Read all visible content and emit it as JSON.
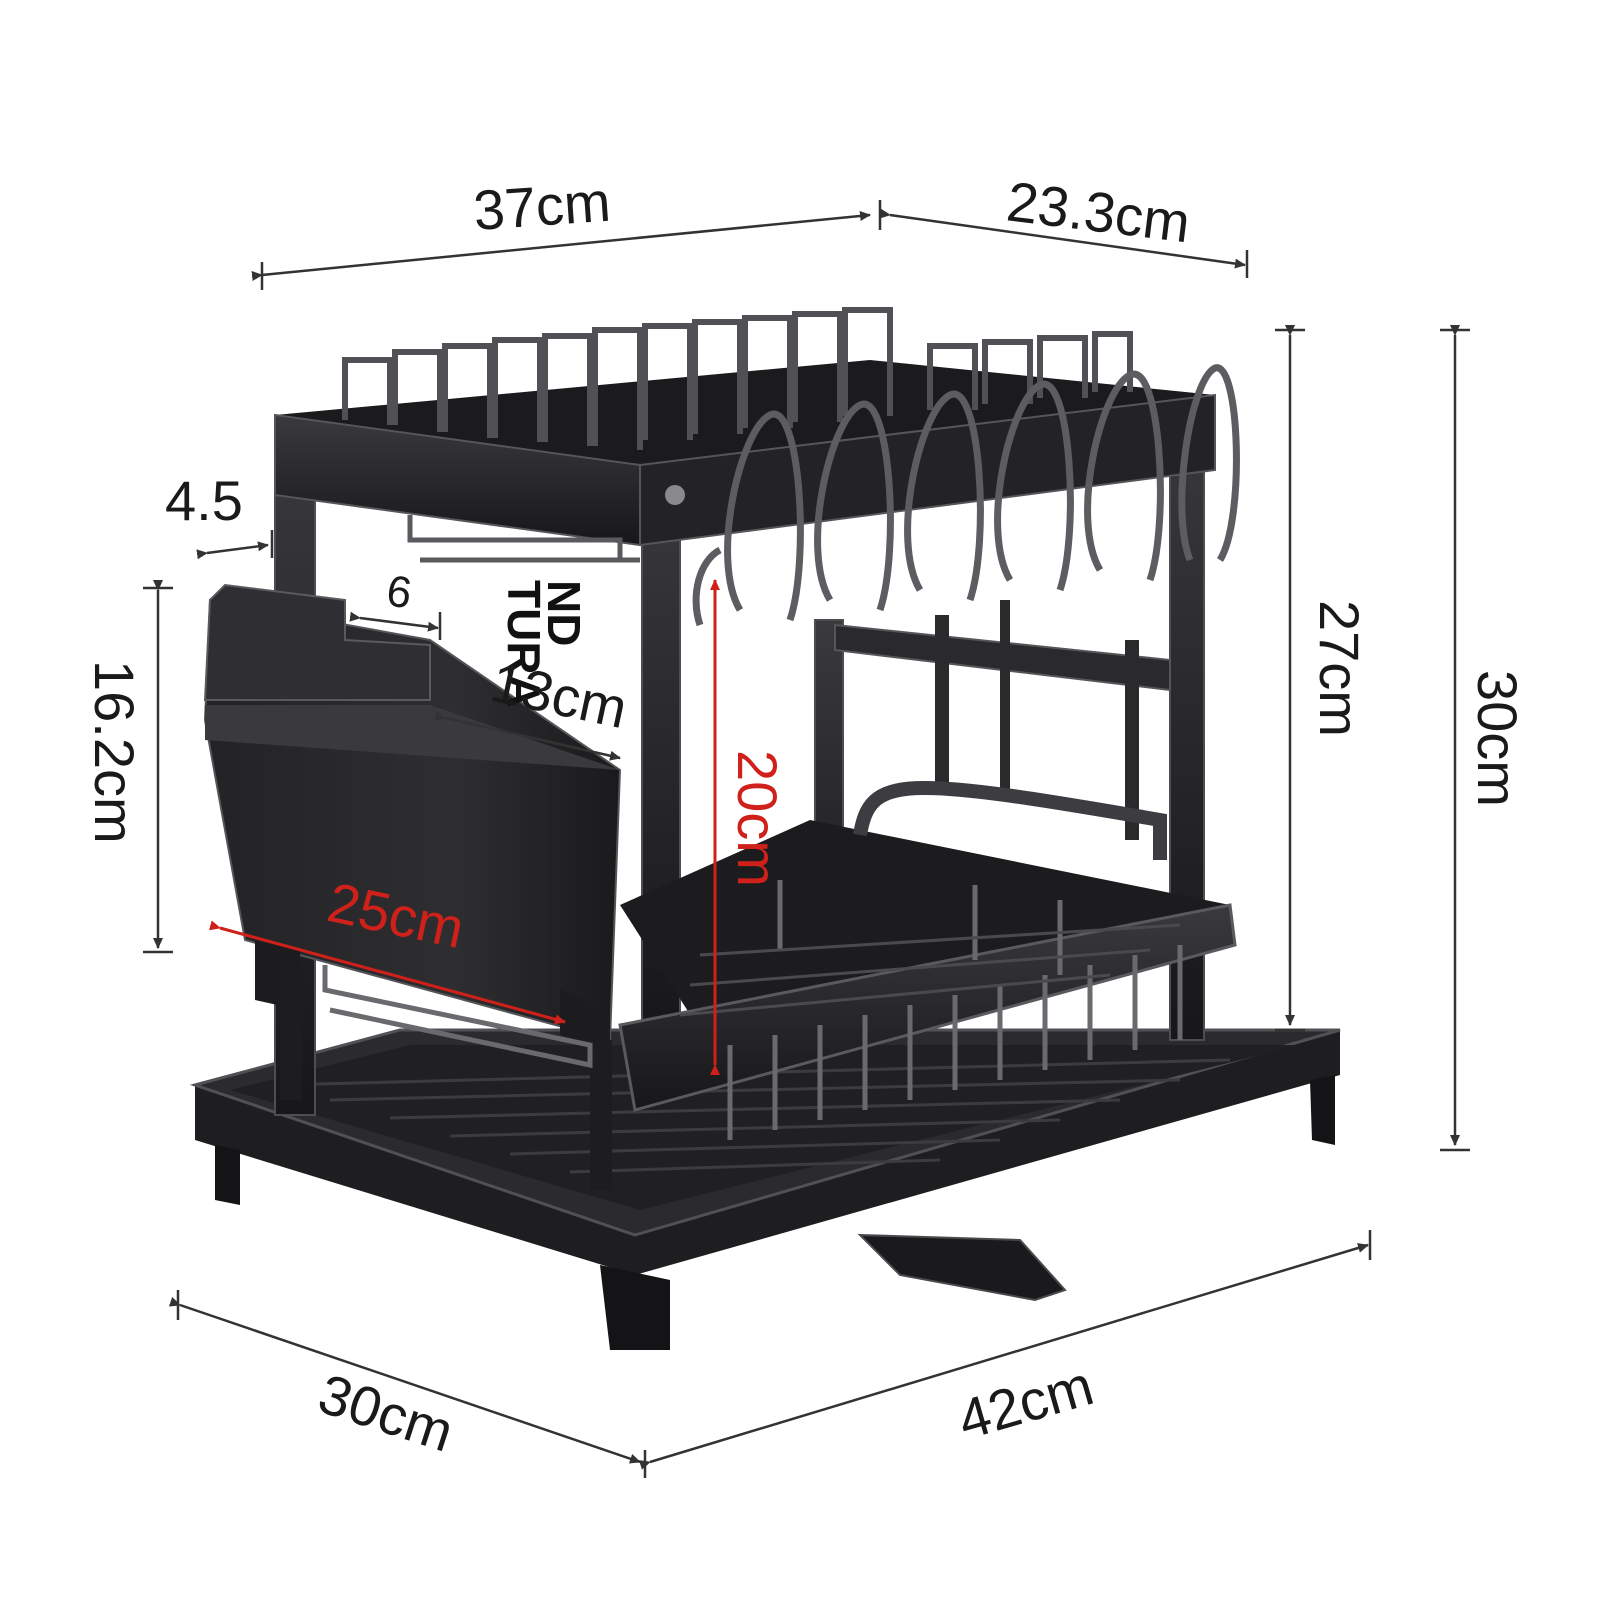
{
  "colors": {
    "rack": "#2a2a2c",
    "rack_dark": "#141415",
    "rack_edge": "#5a5a5e",
    "dimension_line": "#333333",
    "accent_red": "#d0201a"
  },
  "dimensions": {
    "top_length": "37cm",
    "top_depth": "23.3cm",
    "rack_height": "27cm",
    "total_height": "30cm",
    "side_gap": "4.5",
    "caddy_slot": "6",
    "caddy_depth": "13cm",
    "caddy_height": "16.2cm",
    "inner_height": "20cm",
    "caddy_length": "25cm",
    "base_depth": "30cm",
    "base_length": "42cm"
  },
  "ghost_text": {
    "line1": "TURA",
    "line2": "ND"
  }
}
